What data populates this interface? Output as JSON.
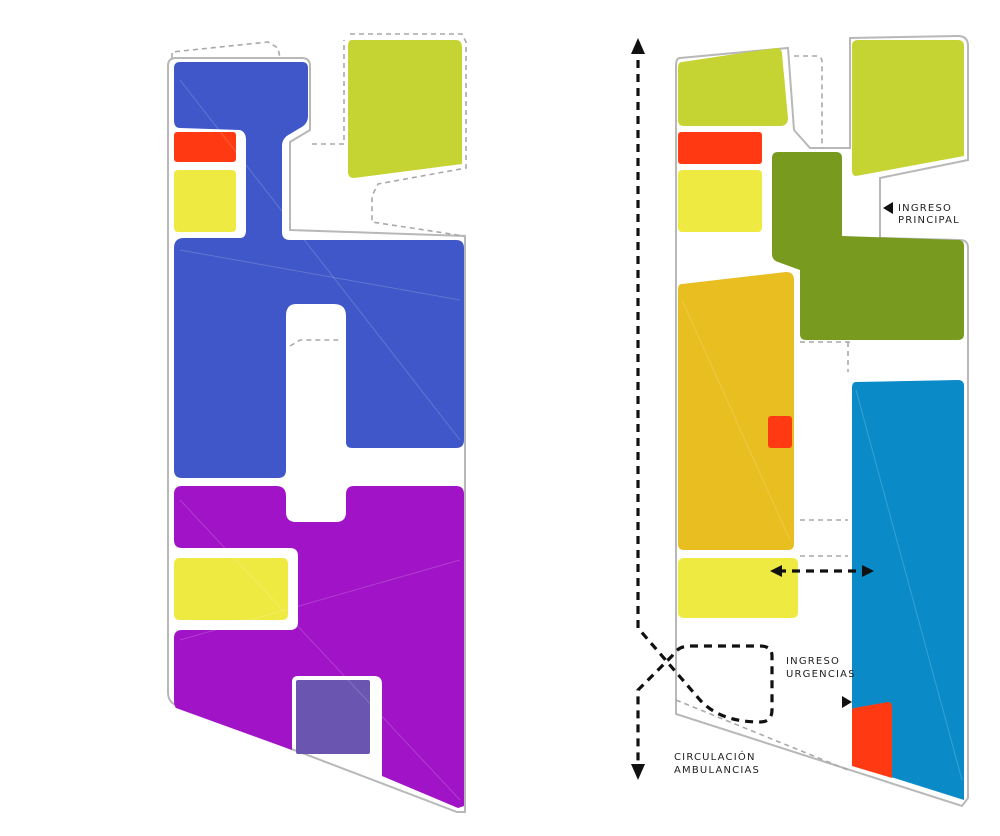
{
  "colors": {
    "blue": "#3f57c8",
    "purple": "#a013c6",
    "yellow": "#eeea41",
    "red": "#ff3a12",
    "slate": "#6a55b0",
    "lime": "#c5d433",
    "olive": "#779a1f",
    "orange": "#e9be21",
    "cyan": "#0a8bc8",
    "arrow": "#111111"
  },
  "labels": {
    "main_entrance": [
      "INGRESO",
      "PRINCIPAL"
    ],
    "emergency_entrance": [
      "INGRESO",
      "URGENCIAS"
    ],
    "ambulance_circulation": [
      "CIRCULACIÓN",
      "AMBULANCIAS"
    ]
  },
  "icons": {
    "main_entrance_arrow": "triangle-left-icon",
    "emergency_entrance_arrow": "triangle-right-icon"
  }
}
